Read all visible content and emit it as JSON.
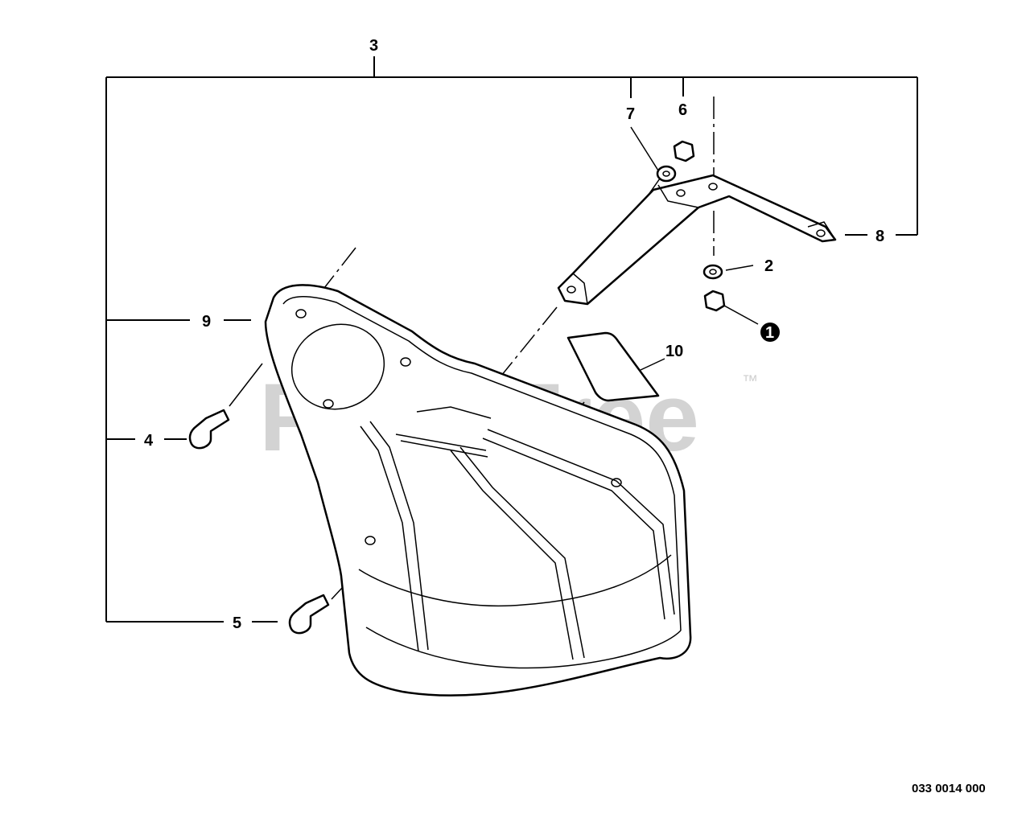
{
  "watermark": {
    "text": "PartsTree",
    "tm": "™"
  },
  "labels": {
    "l3": "3",
    "l7": "7",
    "l6": "6",
    "l8": "8",
    "l2": "2",
    "l1": "1",
    "l10": "10",
    "l9": "9",
    "l4": "4",
    "l5": "5"
  },
  "diagram_code": "033 0014 000",
  "colors": {
    "line": "#000000",
    "watermark": "#d3d3d3",
    "background": "#ffffff"
  }
}
